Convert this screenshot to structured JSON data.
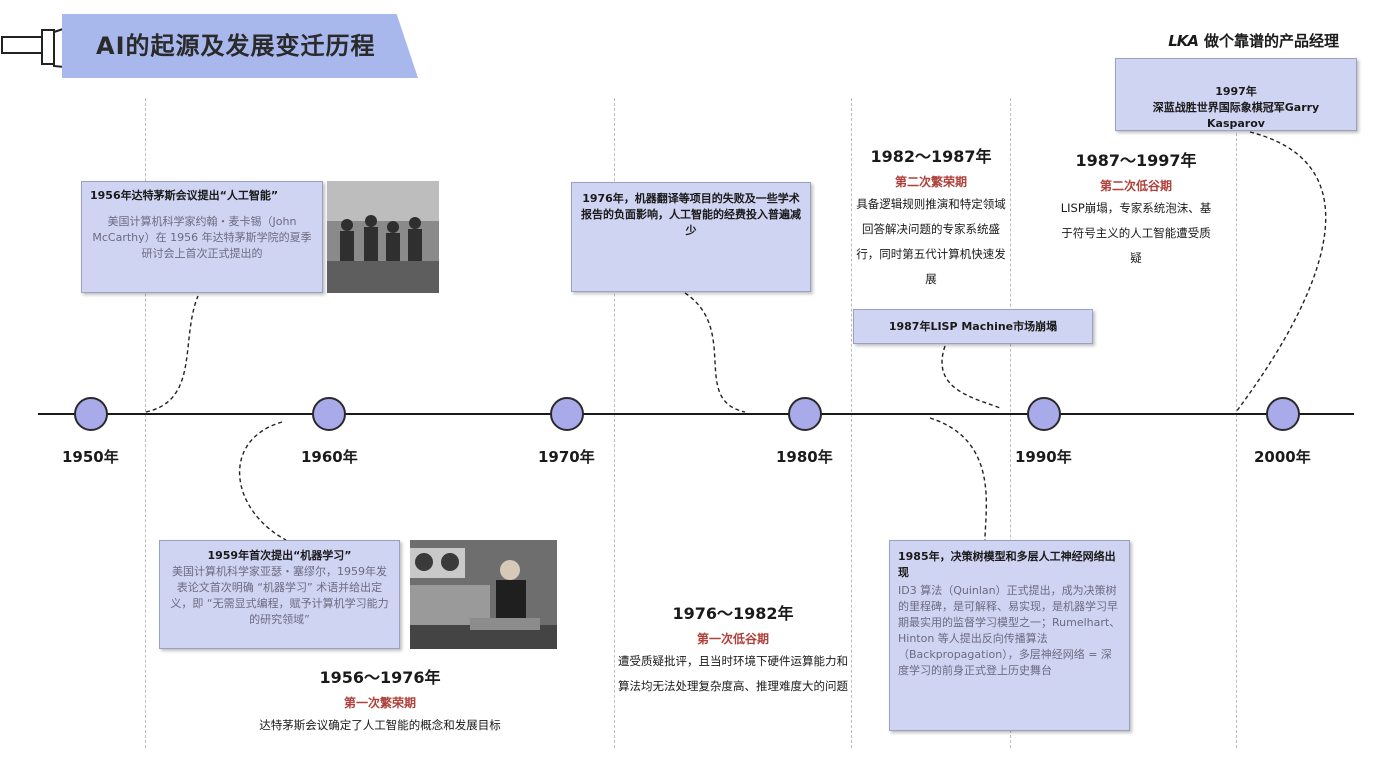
{
  "header": {
    "title": "AI的起源及发展变迁历程",
    "brand_logo_text": "LKA",
    "brand_name": "做个靠谱的产品经理"
  },
  "colors": {
    "accent": "#a9b8ec",
    "node_fill": "#a9aaea",
    "card_fill": "#d0d4f3",
    "period_name": "#b0403a"
  },
  "timeline": {
    "decades": [
      "1950年",
      "1960年",
      "1970年",
      "1980年",
      "1990年",
      "2000年"
    ]
  },
  "cards": {
    "dartmouth": {
      "head": "1956年达特茅斯会议提出“人工智能”",
      "body": "美国计算机科学家约翰・麦卡锡（John McCarthy）在 1956 年达特茅斯学院的夏季研讨会上首次正式提出的"
    },
    "ml": {
      "head": "1959年首次提出“机器学习”",
      "body": "美国计算机科学家亚瑟・塞缪尔，1959年发表论文首次明确 “机器学习” 术语并给出定义，即 “无需显式编程，赋予计算机学习能力的研究领域”"
    },
    "mt": {
      "head": "1976年，机器翻译等项目的失败及一些学术报告的负面影响，人工智能的经费投入普遍减少"
    },
    "lisp": {
      "head": "1987年LISP Machine市场崩塌"
    },
    "deepblue": {
      "head": "1997年\n深蓝战胜世界国际象棋冠军Garry Kasparov"
    },
    "tree": {
      "head": "1985年，决策树模型和多层人工神经网络出现",
      "body": "ID3 算法（Quinlan）正式提出，成为决策树的里程碑，是可解释、易实现，是机器学习早期最实用的监督学习模型之一；Rumelhart、Hinton 等人提出反向传播算法（Backpropagation），多层神经网络 = 深度学习的前身正式登上历史舞台"
    }
  },
  "periods": {
    "boom1": {
      "range": "1956～1976年",
      "name": "第一次繁荣期",
      "desc": "达特茅斯会议确定了人工智能的概念和发展目标"
    },
    "winter1": {
      "range": "1976～1982年",
      "name": "第一次低谷期",
      "desc": "遭受质疑批评，且当时环境下硬件运算能力和算法均无法处理复杂度高、推理难度大的问题"
    },
    "boom2": {
      "range": "1982～1987年",
      "name": "第二次繁荣期",
      "desc": "具备逻辑规则推演和特定领域回答解决问题的专家系统盛行，同时第五代计算机快速发展"
    },
    "winter2": {
      "range": "1987～1997年",
      "name": "第二次低谷期",
      "desc": "LISP崩塌，专家系统泡沫、基于符号主义的人工智能遭受质疑"
    }
  }
}
